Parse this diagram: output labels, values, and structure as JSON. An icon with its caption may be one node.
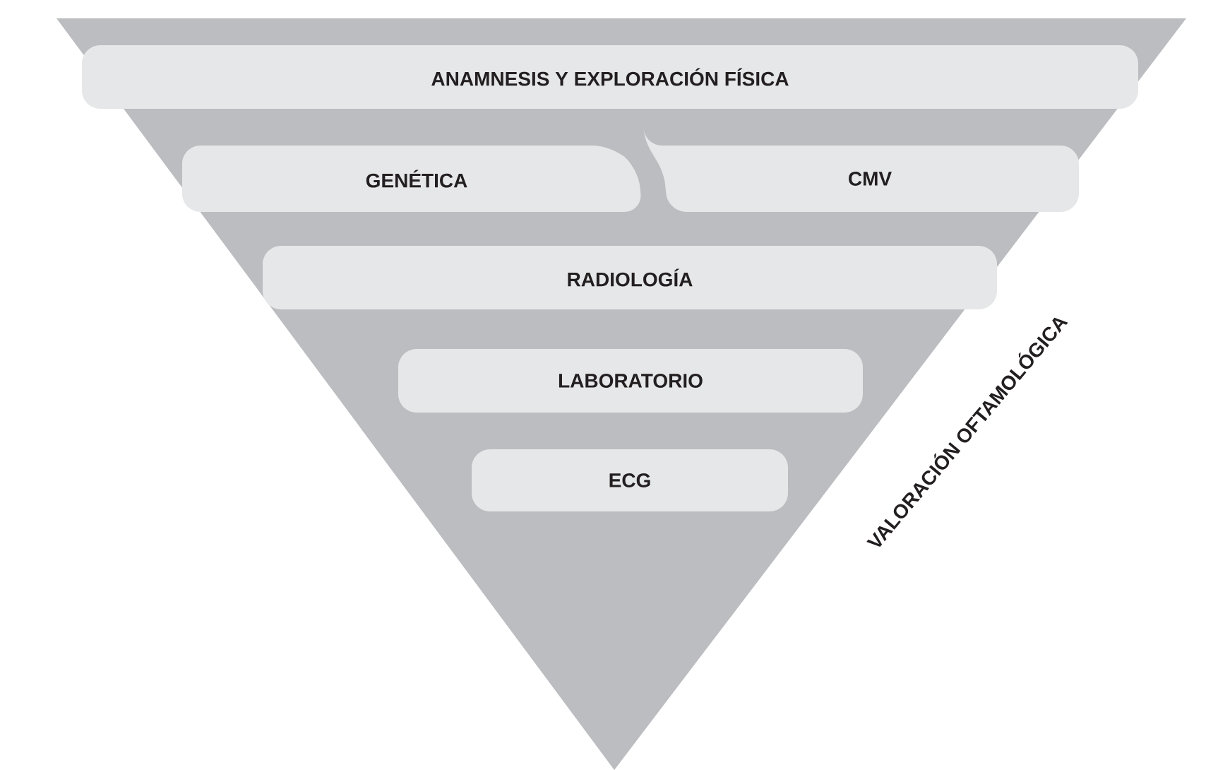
{
  "diagram": {
    "nodes": [
      {
        "text": [],
        "shape": "triangle",
        "beside": [
          "VALORACIÓN OFTAMOLÓGICA"
        ]
      },
      {
        "text": [
          "ANAMNESIS Y EXPLORACIÓN FÍSICA"
        ],
        "in": 0
      },
      {
        "text": [
          "GENÉTICA"
        ],
        "in": 0
      },
      {
        "text": [
          "CMV"
        ],
        "in": 0
      },
      {
        "text": [
          "RADIOLOGÍA"
        ],
        "in": 0
      },
      {
        "text": [
          "LABORATORIO"
        ],
        "in": 0
      },
      {
        "text": [
          "ECG"
        ],
        "in": 0
      }
    ]
  }
}
